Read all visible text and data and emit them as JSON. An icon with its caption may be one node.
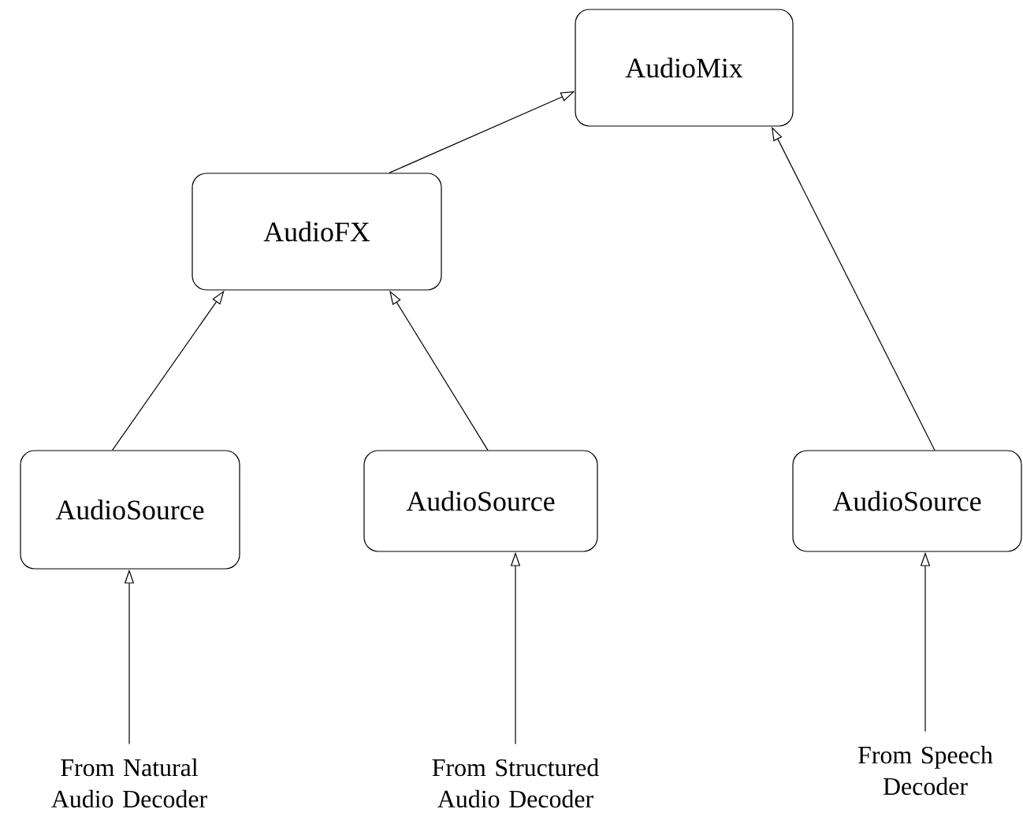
{
  "diagram": {
    "nodes": [
      {
        "text": [
          "AudioMix"
        ]
      },
      {
        "text": [
          "AudioFX"
        ]
      },
      {
        "text": [
          "AudioSource"
        ]
      },
      {
        "text": [
          "AudioSource"
        ]
      },
      {
        "text": [
          "AudioSource"
        ]
      },
      {
        "text": [
          "From Natural Audio Decoder"
        ]
      },
      {
        "text": [
          "From Structured Audio Decoder"
        ]
      },
      {
        "text": [
          "From Speech Decoder"
        ]
      }
    ],
    "edges": [
      {
        "from": 1,
        "to": 0,
        "arrow": "to"
      },
      {
        "from": 2,
        "to": 1,
        "arrow": "to"
      },
      {
        "from": 3,
        "to": 1,
        "arrow": "to"
      },
      {
        "from": 4,
        "to": 0,
        "arrow": "to"
      },
      {
        "from": 5,
        "to": 2,
        "arrow": "to"
      },
      {
        "from": 6,
        "to": 3,
        "arrow": "to"
      },
      {
        "from": 7,
        "to": 4,
        "arrow": "to"
      }
    ]
  }
}
